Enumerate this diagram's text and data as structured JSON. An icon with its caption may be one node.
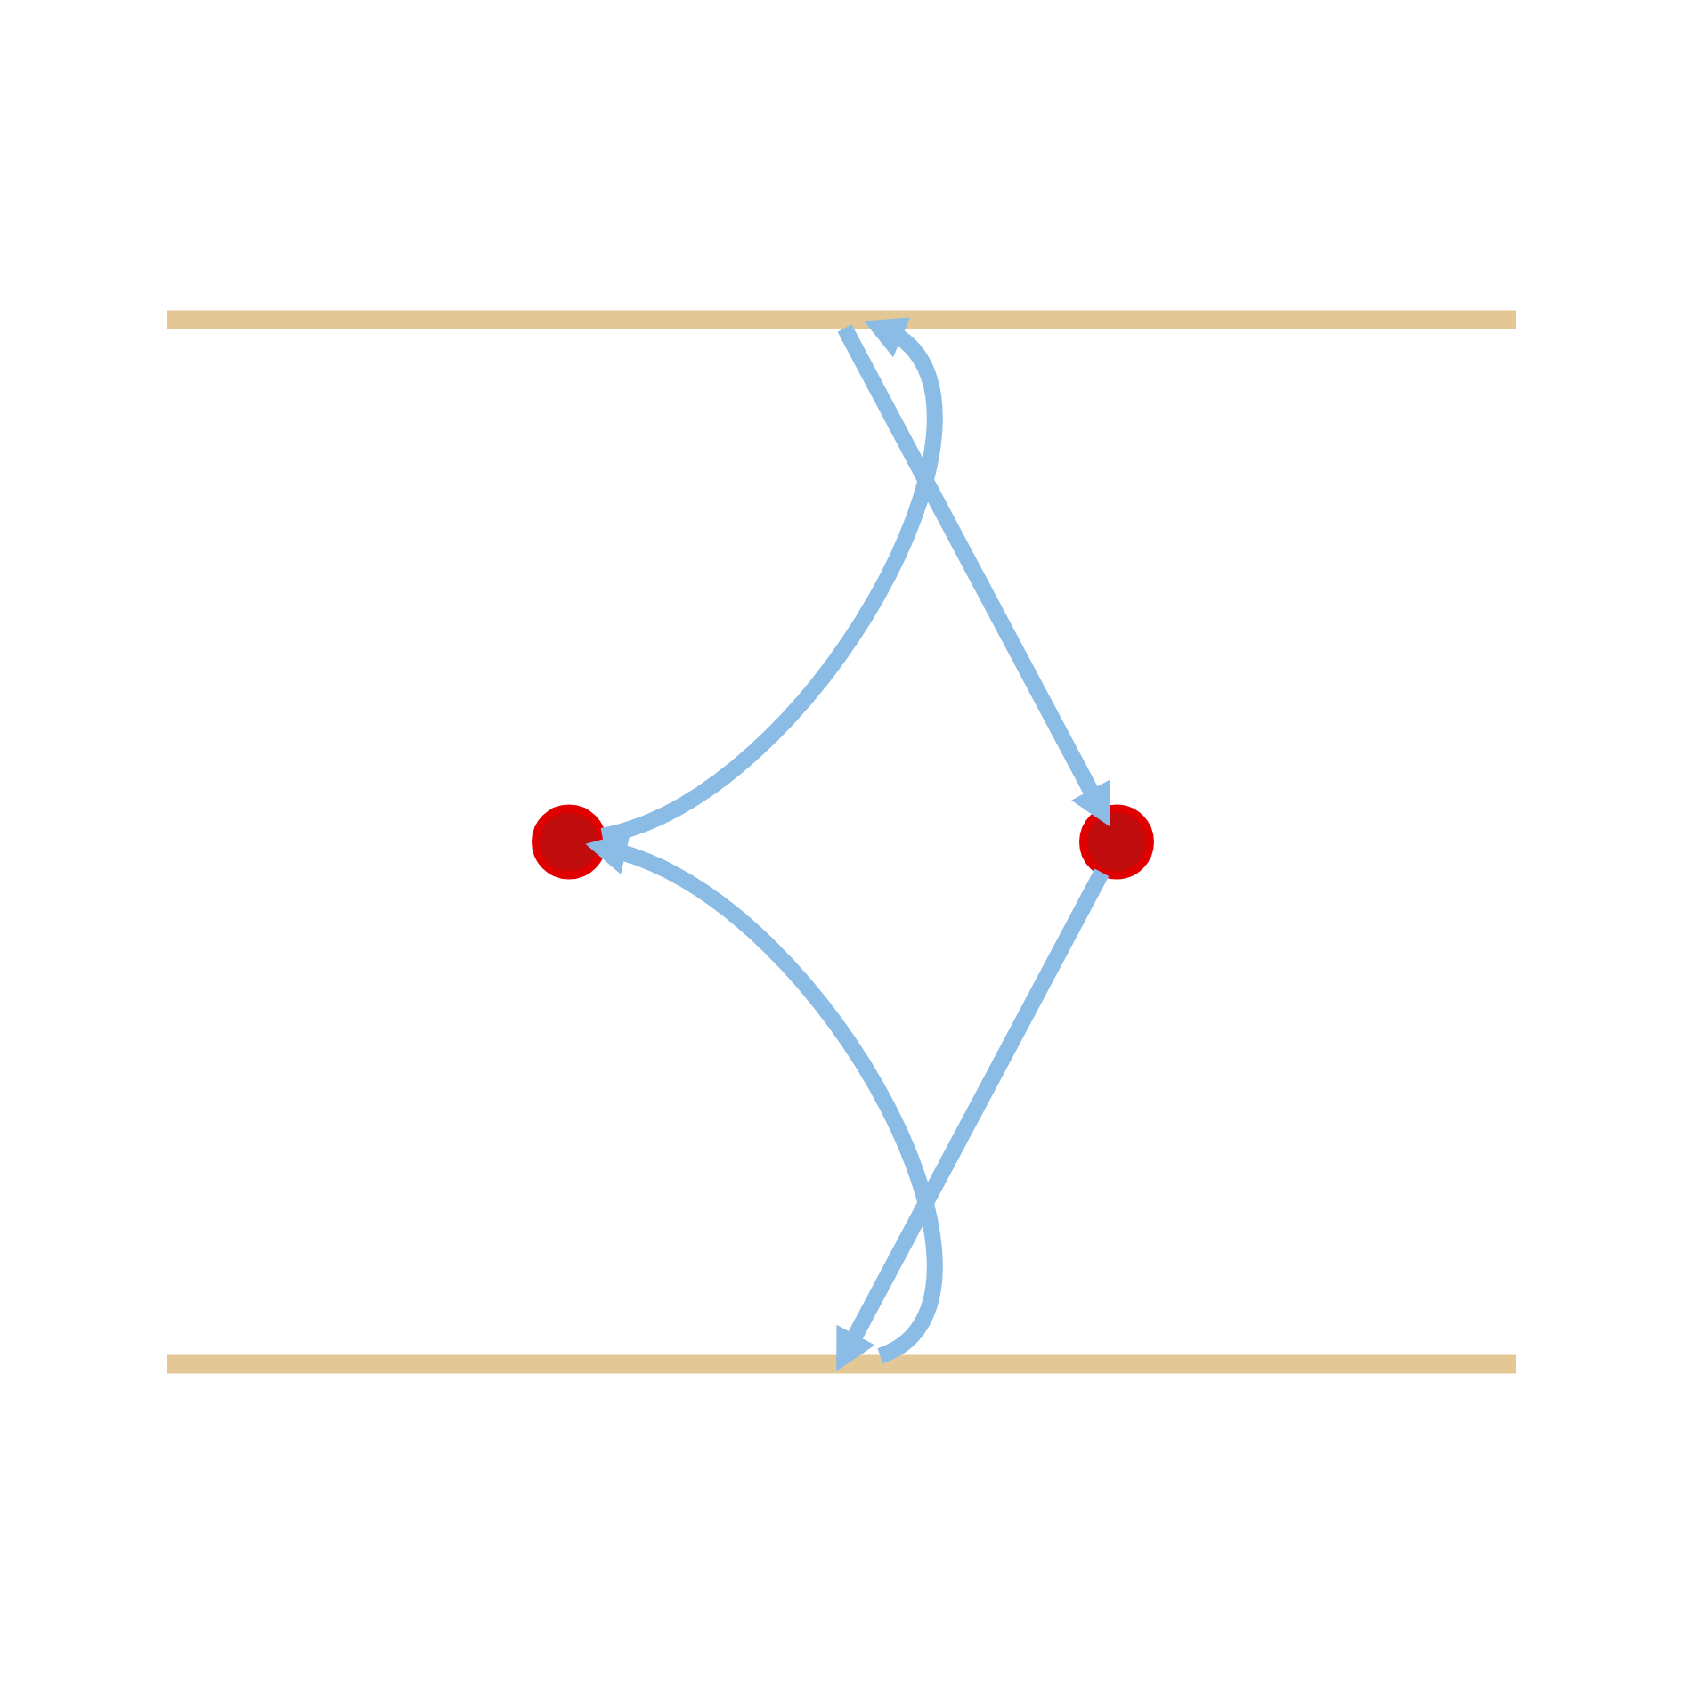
{
  "diagram": {
    "nodes": [
      {
        "text": [],
        "shape": "bar"
      },
      {
        "text": [],
        "shape": "bar"
      },
      {
        "text": [],
        "shape": "circle"
      },
      {
        "text": [],
        "shape": "circle"
      }
    ],
    "edges": [
      {
        "from": 1,
        "to": 2,
        "arrow": "to"
      },
      {
        "from": 2,
        "to": 0,
        "arrow": "to"
      },
      {
        "from": 0,
        "to": 3,
        "arrow": "to"
      },
      {
        "from": 3,
        "to": 1,
        "arrow": "to"
      }
    ]
  }
}
